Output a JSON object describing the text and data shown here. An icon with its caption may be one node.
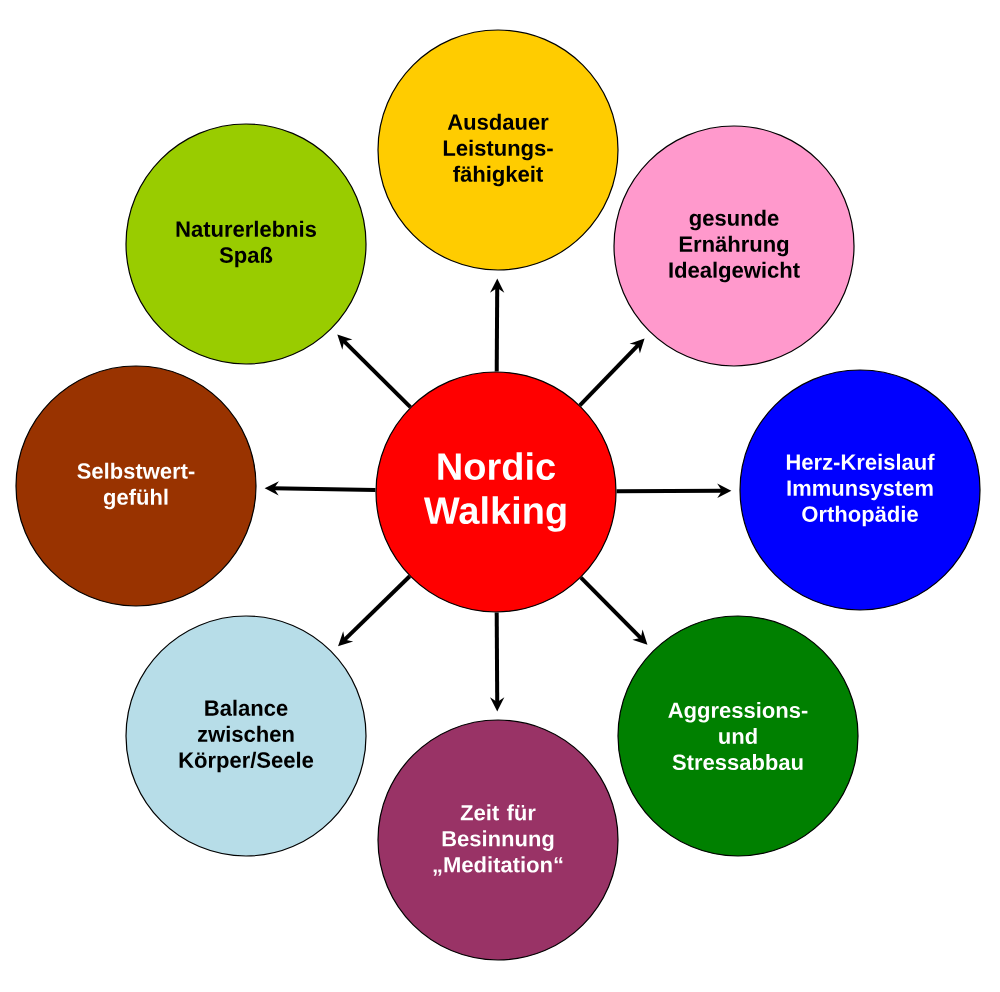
{
  "diagram": {
    "nodes": [
      {
        "text": [
          "Ausdauer Leistungs- fähigkeit"
        ]
      },
      {
        "text": [
          "Naturerlebnis Spaß"
        ]
      },
      {
        "text": [
          "gesunde Ernährung Idealgewicht"
        ]
      },
      {
        "text": [
          "Selbstwert- gefühl"
        ]
      },
      {
        "text": [
          "Nordic Walking"
        ]
      },
      {
        "text": [
          "Herz-Kreislauf Immunsystem Orthopädie"
        ]
      },
      {
        "text": [
          "Balance zwischen Körper/Seele"
        ]
      },
      {
        "text": [
          "Aggressions- und Stressabbau"
        ]
      },
      {
        "text": [
          "Zeit für Besinnung „Meditation“"
        ]
      }
    ],
    "edges": [
      {
        "from": 4,
        "to": 0,
        "arrow": "to"
      },
      {
        "from": 4,
        "to": 1,
        "arrow": "to"
      },
      {
        "from": 4,
        "to": 2,
        "arrow": "to"
      },
      {
        "from": 4,
        "to": 3,
        "arrow": "to"
      },
      {
        "from": 4,
        "to": 5,
        "arrow": "to"
      },
      {
        "from": 4,
        "to": 6,
        "arrow": "to"
      },
      {
        "from": 4,
        "to": 7,
        "arrow": "to"
      },
      {
        "from": 4,
        "to": 8,
        "arrow": "to"
      }
    ]
  }
}
